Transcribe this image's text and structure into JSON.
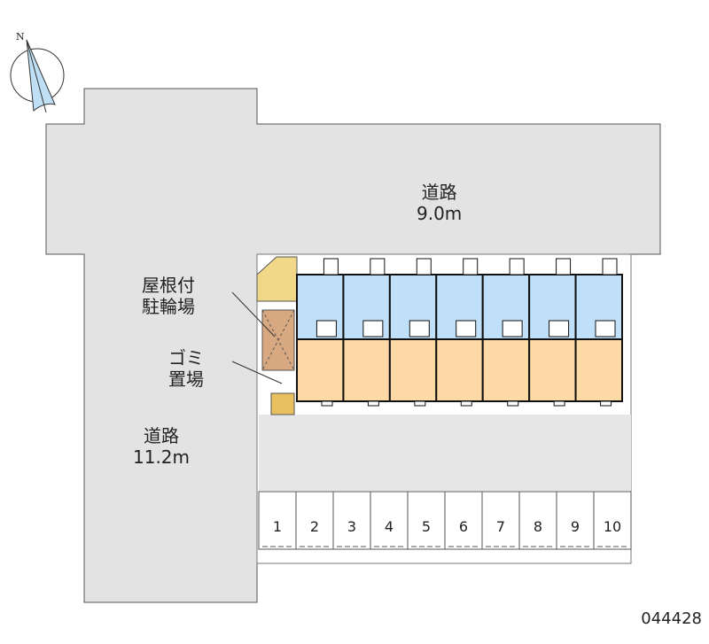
{
  "compass": {
    "north_label": "N"
  },
  "roads": [
    {
      "name": "道路",
      "width": "9.0m"
    },
    {
      "name": "道路",
      "width": "11.2m"
    }
  ],
  "facilities": {
    "bicycle_parking": [
      "屋根付",
      "駐輪場"
    ],
    "garbage": [
      "ゴミ",
      "置場"
    ]
  },
  "units_count": 7,
  "parking_spaces": [
    "1",
    "2",
    "3",
    "4",
    "5",
    "6",
    "7",
    "8",
    "9",
    "10"
  ],
  "property_code": "044428",
  "colors": {
    "road": "#e3e3e3",
    "wet_area": "#bfe0f8",
    "room": "#fdd9a5",
    "bike": "#d8a880",
    "entrance": "#f0d888"
  }
}
